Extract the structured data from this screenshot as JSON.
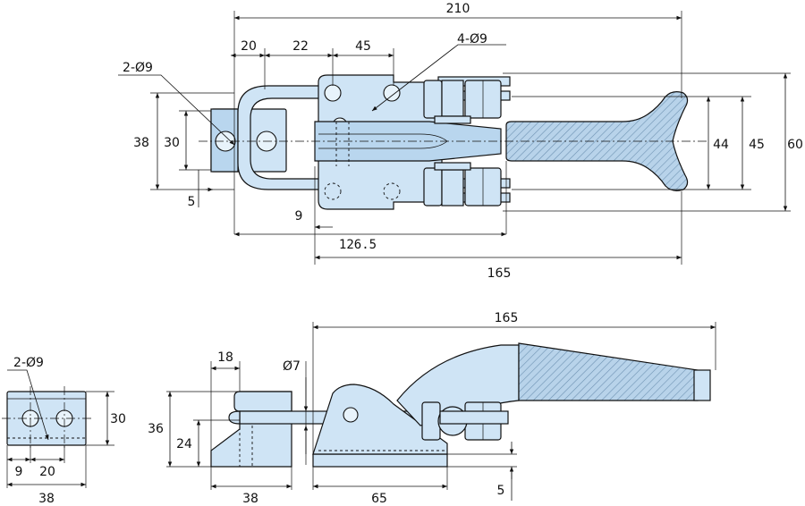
{
  "dimensions": {
    "top_view": {
      "overall_length": "210",
      "hook_width": "20",
      "hook_gap": "22",
      "hole_spacing": "45",
      "mount_holes": "4-Ø9",
      "latch_holes": "2-Ø9",
      "latch_height": "38",
      "latch_hole_spacing": "30",
      "latch_offset": "5",
      "hook_offset": "9",
      "base_length": "126.5",
      "handle_reach": "165",
      "bolt_spacing_inner": "44",
      "bolt_spacing_outer": "45",
      "overall_width": "60"
    },
    "latch_plate": {
      "holes": "2-Ø9",
      "height": "30",
      "edge_offset": "9",
      "hole_pitch": "20",
      "length": "38"
    },
    "side_view": {
      "handle_reach": "165",
      "hook_thickness": "18",
      "rod_diameter": "Ø7",
      "overall_height": "36",
      "hook_height": "24",
      "latch_length": "38",
      "base_length": "65",
      "base_thickness": "5"
    }
  }
}
